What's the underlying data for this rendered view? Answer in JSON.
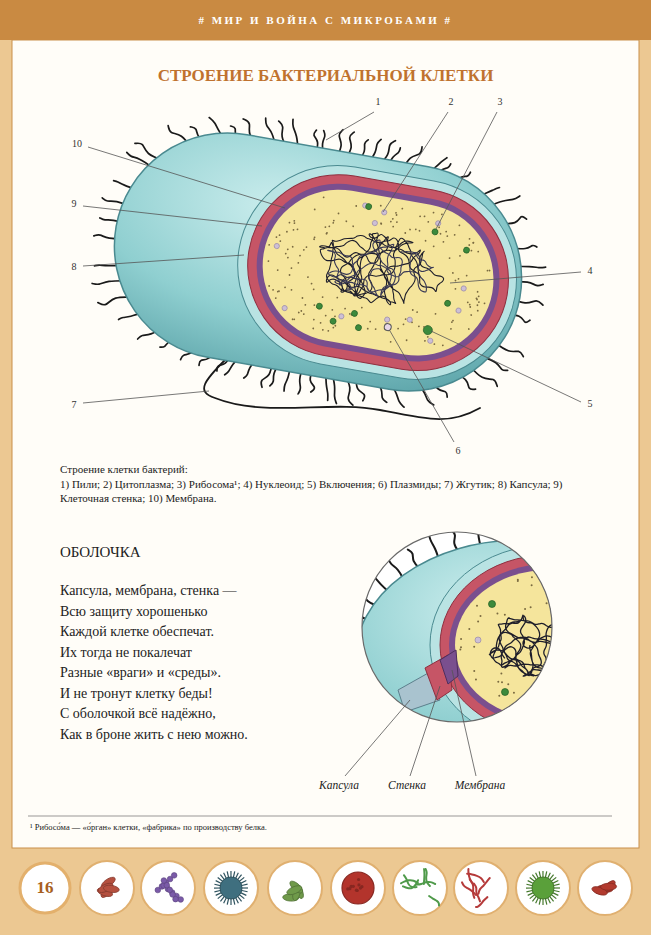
{
  "diagram": {
    "title": "СТРОЕНИЕ БАКТЕРИАЛЬНОЙ КЛЕТКИ",
    "caption": "Строение клетки бактерий:",
    "nodes": [
      {
        "text": [
          "# МИР И ВОЙНА С МИКРОБАМИ #"
        ]
      },
      {
        "text": [
          "16"
        ]
      }
    ],
    "labels": [
      "1",
      "2",
      "3",
      "4",
      "5",
      "6",
      "7",
      "8",
      "9",
      "10",
      "1) Пили; 2) Цитоплазма; 3) Рибосома¹; 4) Нуклеоид; 5) Включения; 6) Плазмиды; 7) Жгутик; 8) Капсула; 9) Клеточная стенка; 10) Мембрана.",
      "ОБОЛОЧКА",
      "Капсула, мембрана, стенка —",
      "Всю защиту хорошенько",
      "Каждой клетке обеспечат.",
      "Их тогда не покалечат",
      "Разные «враги» и «среды».",
      "И не тронут клетку беды!",
      "С оболочкой всё надёжно,",
      "Как в броне жить с нею можно.",
      "Капсула",
      "Стенка",
      "Мембрана",
      "¹ Рибосо́ма — «о́рган» клетки, «фабрика» по производству белка."
    ]
  }
}
